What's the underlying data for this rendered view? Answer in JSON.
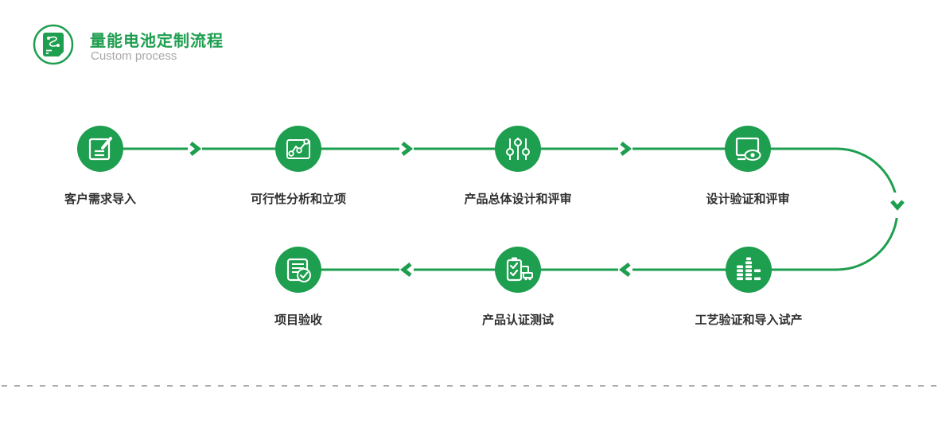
{
  "header": {
    "badge_icon": "process-document-icon",
    "title": "量能电池定制流程",
    "subtitle": "Custom process"
  },
  "flow": {
    "accent_color": "#1E9E4F",
    "label_color": "#303030",
    "nodes": [
      {
        "step": 1,
        "label": "客户需求导入",
        "icon": "edit-document-icon"
      },
      {
        "step": 2,
        "label": "可行性分析和立项",
        "icon": "trend-chart-icon"
      },
      {
        "step": 3,
        "label": "产品总体设计和评审",
        "icon": "sliders-icon"
      },
      {
        "step": 4,
        "label": "设计验证和评审",
        "icon": "monitor-review-icon"
      },
      {
        "step": 5,
        "label": "工艺验证和导入试产",
        "icon": "equalizer-icon"
      },
      {
        "step": 6,
        "label": "产品认证测试",
        "icon": "certification-test-icon"
      },
      {
        "step": 7,
        "label": "项目验收",
        "icon": "document-check-icon"
      }
    ],
    "arrow_directions": [
      "right",
      "right",
      "right",
      "down",
      "left",
      "left"
    ],
    "divider_color": "#ADADAD"
  }
}
